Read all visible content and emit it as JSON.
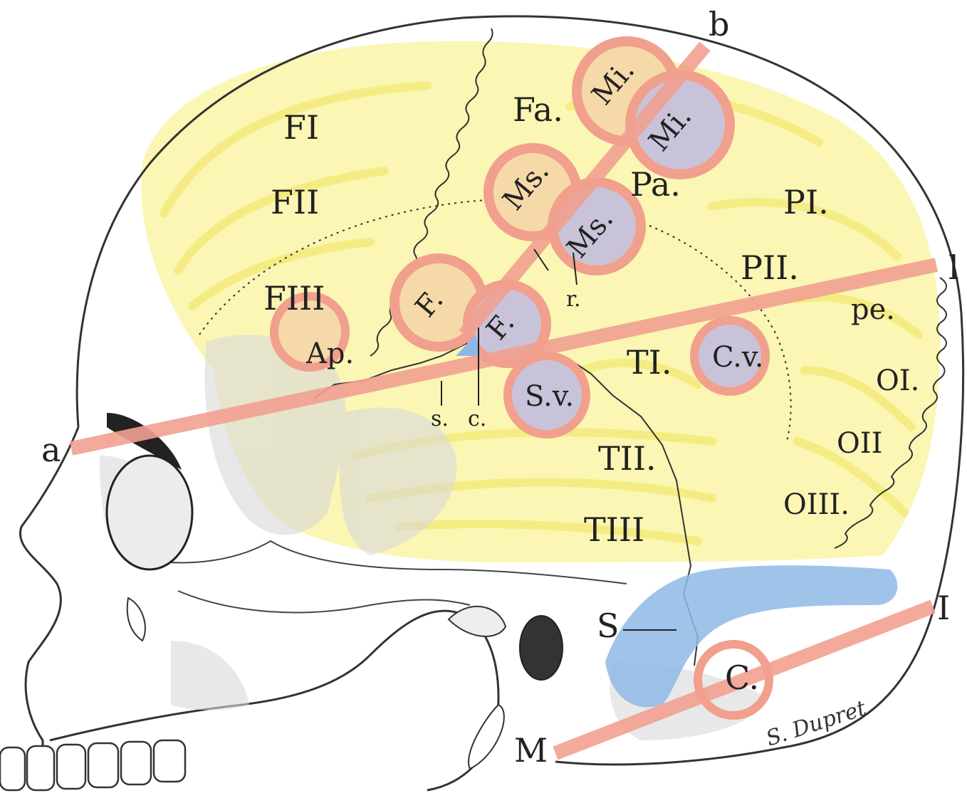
{
  "labels": {
    "F1": "FI",
    "F2": "FII",
    "F3": "FIII",
    "Fa": "Fa.",
    "Pa": "Pa.",
    "P1": "PI.",
    "P2": "PII.",
    "pe": "pe.",
    "T1": "TI.",
    "T2": "TII.",
    "T3": "TIII",
    "O1": "OI.",
    "O2": "OII",
    "O3": "OIII.",
    "Mi_up": "Mi.",
    "Mi_low": "Mi.",
    "Ms_up": "Ms.",
    "Ms_low": "Ms.",
    "F_up": "F.",
    "F_low": "F.",
    "Ap": "Ap.",
    "Cv": "C.v.",
    "Sv": "S.v.",
    "C": "C.",
    "r": "r.",
    "s": "s.",
    "c": "c.",
    "S": "S",
    "a": "a",
    "b": "b",
    "l": "l",
    "I": "I",
    "M": "M"
  },
  "signature": "S. Dupret",
  "colors": {
    "brain_yellow": "#fbf6b4",
    "gyri_yellow": "#f7f08a",
    "red_line": "#f2a191",
    "circle_ring": "#f0a08c",
    "circle_fill_upper": "#f6d9a9",
    "circle_fill_lower": "#c9c3d9",
    "sinus_blue": "#8fb8e6",
    "outline": "#333333"
  }
}
